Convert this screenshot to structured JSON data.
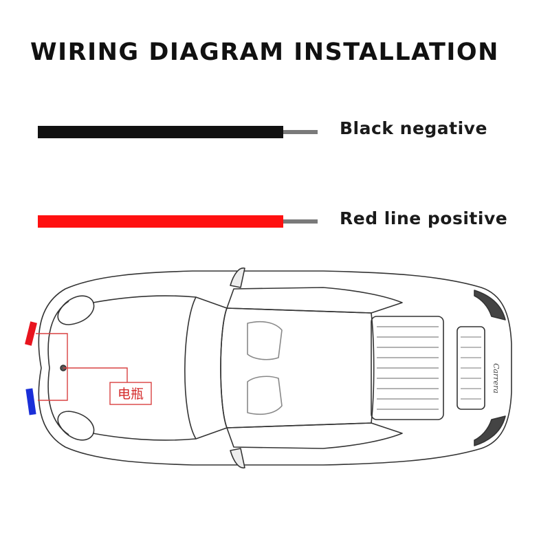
{
  "title": "WIRING DIAGRAM INSTALLATION",
  "legend": [
    {
      "label": "Black negative",
      "wire_color": "#111111"
    },
    {
      "label": "Red line positive",
      "wire_color": "#ff1010"
    }
  ],
  "car": {
    "battery_label": "电瓶",
    "badge_text": "Carrera"
  },
  "colors": {
    "connector_red": "#e8141e",
    "connector_blue": "#1a2fd8",
    "lead_line": "#d84040",
    "wire_core": "#7a7a7a"
  }
}
